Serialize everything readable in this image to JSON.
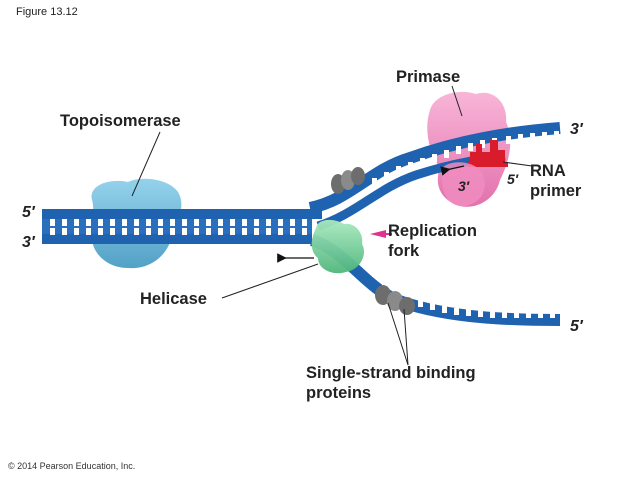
{
  "figure_label": "Figure 13.12",
  "copyright": "© 2014 Pearson Education, Inc.",
  "labels": {
    "topoisomerase": "Topoisomerase",
    "primase": "Primase",
    "rna_primer_line1": "RNA",
    "rna_primer_line2": "primer",
    "replication_fork_line1": "Replication",
    "replication_fork_line2": "fork",
    "helicase": "Helicase",
    "ssb_line1": "Single-strand binding",
    "ssb_line2": "proteins"
  },
  "strand_ends": {
    "left_top": "5′",
    "left_bottom": "3′",
    "upper_right": "3′",
    "lower_right": "5′",
    "primer_3": "3′",
    "primer_5": "5′"
  },
  "colors": {
    "dna_strand": "#1f62b0",
    "dna_rung": "#ffffff",
    "topoisomerase": "#6db6d8",
    "primase": "#f08cc0",
    "rna_primer": "#d81c2c",
    "helicase": "#6fcf96",
    "ssb": "#7a7a7a",
    "fork_arrow": "#e0338f"
  }
}
